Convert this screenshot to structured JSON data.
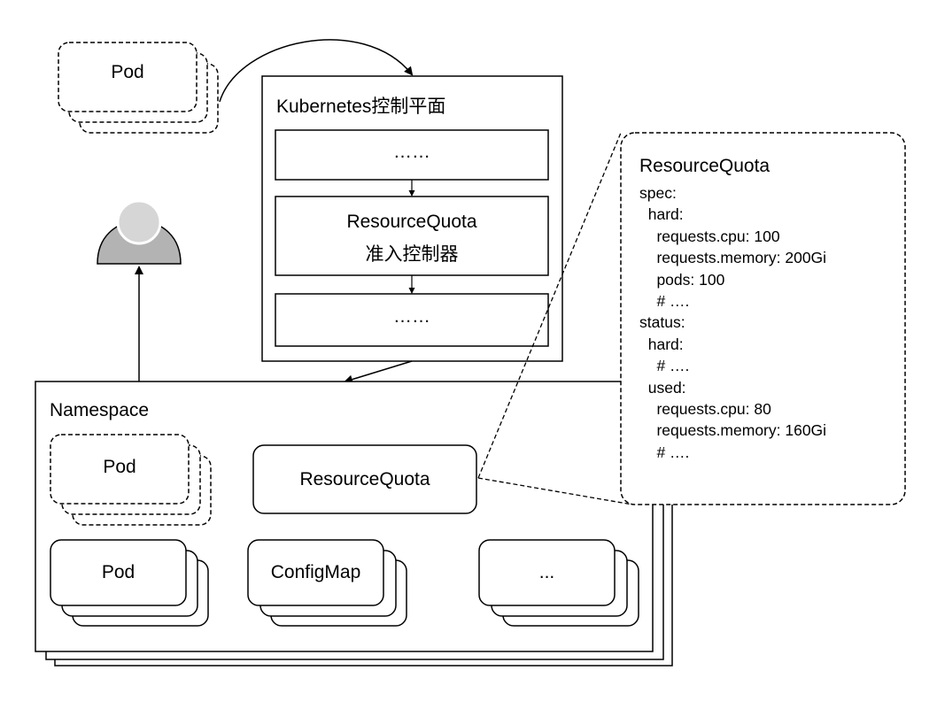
{
  "external_pod": {
    "label": "Pod"
  },
  "control_plane": {
    "title": "Kubernetes控制平面",
    "stage_before": "……",
    "admission_controller": {
      "line1": "ResourceQuota",
      "line2": "准入控制器"
    },
    "stage_after": "……"
  },
  "user": {
    "icon": "user-icon"
  },
  "namespace": {
    "title": "Namespace",
    "pod_dashed": "Pod",
    "resource_quota": "ResourceQuota",
    "pod": "Pod",
    "configmap": "ConfigMap",
    "more": "..."
  },
  "quota_spec": {
    "title": "ResourceQuota",
    "lines": [
      "spec:",
      "  hard:",
      "    requests.cpu: 100",
      "    requests.memory: 200Gi",
      "    pods: 100",
      "    # ….",
      "status:",
      "  hard:",
      "    # ….",
      "  used:",
      "    requests.cpu: 80",
      "    requests.memory: 160Gi",
      "    # …."
    ]
  }
}
